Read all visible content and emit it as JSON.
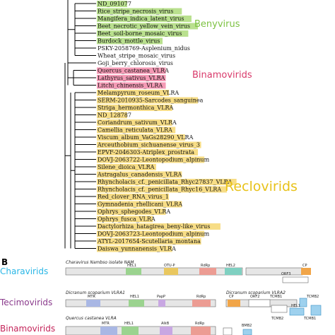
{
  "panel_b_letter": "B",
  "clades": [
    {
      "label": "Benyvirus",
      "color": "#7dc242"
    },
    {
      "label": "Binamovirids",
      "color": "#d93a6b"
    },
    {
      "label": "Reclovirids",
      "color": "#e8c21a"
    }
  ],
  "leaves": [
    {
      "text": "ND_091077",
      "hl": "green"
    },
    {
      "text": "Rice_stripe_necrosis_virus",
      "hl": "green"
    },
    {
      "text": "Mangifera_indica_latent_virus",
      "hl": "green"
    },
    {
      "text": "Beet_necrotic_yellow_vein_virus",
      "hl": "green"
    },
    {
      "text": "Beet_soil-borne_mosaic_virus",
      "hl": "green"
    },
    {
      "text": "Burdock_mottle_virus",
      "hl": "green"
    },
    {
      "text": "PSKY-2058769-Asplenium_nidus",
      "hl": ""
    },
    {
      "text": "Wheat_stripe_mosaic_virus",
      "hl": ""
    },
    {
      "text": "Goji_berry_chlorosis_virus",
      "hl": ""
    },
    {
      "text": "Quercus_castanea_VLRA",
      "hl": "pink"
    },
    {
      "text": "Lathyrus_sativus_VLRA",
      "hl": "pink"
    },
    {
      "text": "Litchi_chinensis_VLRA",
      "hl": "pink"
    },
    {
      "text": "Melampyrum_roseum_VLRA",
      "hl": "yellow"
    },
    {
      "text": "SERM-2010935-Sarcodes_sanguinea",
      "hl": "yellow"
    },
    {
      "text": "Striga_hermonthica_VLRA",
      "hl": "yellow"
    },
    {
      "text": "ND_128787",
      "hl": "yellow"
    },
    {
      "text": "Coriandrum_sativum_VLRA",
      "hl": "yellow"
    },
    {
      "text": "Camellia_reticulata_VLRA",
      "hl": "yellow"
    },
    {
      "text": "Viscum_album_VaGs28290_VLRA",
      "hl": "yellow"
    },
    {
      "text": "Arceuthobium_sichuanense_virus_3",
      "hl": "yellow"
    },
    {
      "text": "EPVF-2046303-Atriplex_prostrata",
      "hl": "yellow"
    },
    {
      "text": "DOVJ-2063722-Leontopodium_alpinum",
      "hl": "yellow"
    },
    {
      "text": "Silene_dioica_VLRA",
      "hl": "yellow"
    },
    {
      "text": "Astragalus_canadensis_VLRA",
      "hl": "yellow"
    },
    {
      "text": "Rhyncholacis_cf._penicillata_Rhyc27837_VLRA",
      "hl": "yellow"
    },
    {
      "text": "Rhyncholacis_cf._penicillata_Rhyc16_VLRA",
      "hl": "yellow"
    },
    {
      "text": "Red_clover_RNA_virus_1",
      "hl": "yellow"
    },
    {
      "text": "Gymnadenia_rhellicani_VLRA",
      "hl": "yellow"
    },
    {
      "text": "Ophrys_sphegodes_VLRA",
      "hl": "yellow"
    },
    {
      "text": "Ophrys_fusca_VLRA",
      "hl": "yellow"
    },
    {
      "text": "Dactylorhiza_hatagirea_beny-like_virus",
      "hl": "yellow"
    },
    {
      "text": "DOVJ-2063723-Leontopodium_alpinum",
      "hl": "yellow"
    },
    {
      "text": "ATYL-2017654-Scutellaria_montana",
      "hl": "yellow"
    },
    {
      "text": "Daiswa_yunnanensis_VLRA",
      "hl": "yellow"
    }
  ],
  "highlight_colors": {
    "green": "#b9e08e",
    "pink": "#f49ab5",
    "yellow": "#f7dd86"
  },
  "groups": [
    {
      "label": "Charavirids",
      "color": "#29b6e6"
    },
    {
      "label": "Tecimovirids",
      "color": "#8a3a8c"
    },
    {
      "label": "Binamovirids",
      "color": "#c4245a"
    }
  ],
  "genomes": {
    "chara_title": "Charavirus Nambso isolate NAM",
    "dicr1_title": "Dicranum scoparium VLRA1",
    "dicr2_title": "Dicranum scoparium VLRA2",
    "quercus_title": "Quercus castanea VLRA"
  },
  "domain_labels": {
    "hel1": "HEL1",
    "otup": "OTU-P",
    "rdrp": "RdRp",
    "hel2": "HEL2",
    "orf3": "ORF3",
    "cp": "CP",
    "mtr": "MTR",
    "papp": "PapP",
    "orf2": "ORF2",
    "tcmb1": "TCMB1",
    "tcmb2": "TCMB2",
    "alkb": "AlkB",
    "bmb2": "BMB2"
  }
}
